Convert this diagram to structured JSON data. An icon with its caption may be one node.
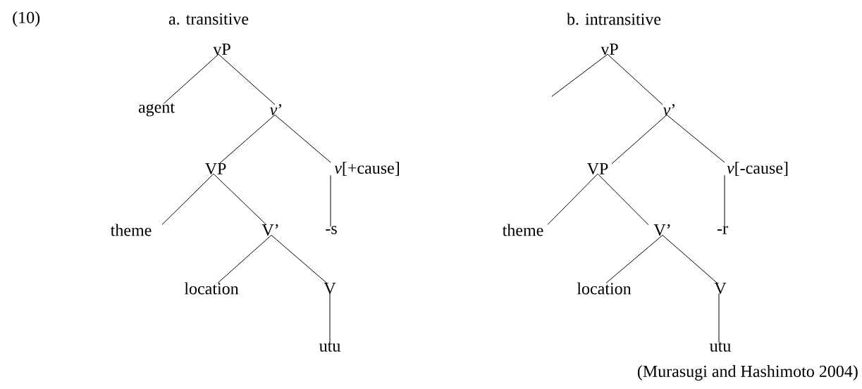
{
  "diagram": {
    "caption": "(Murasugi and Hashimoto 2004)",
    "nodes": [
      {
        "text": [
          "vP"
        ]
      },
      {
        "text": [
          "agent"
        ]
      },
      {
        "text": [
          "*v*’"
        ]
      },
      {
        "text": [
          "VP"
        ]
      },
      {
        "text": [
          "*v*[+cause]"
        ]
      },
      {
        "text": [
          "theme"
        ]
      },
      {
        "text": [
          "V’"
        ]
      },
      {
        "text": [
          "-s"
        ]
      },
      {
        "text": [
          "location"
        ]
      },
      {
        "text": [
          "V"
        ]
      },
      {
        "text": [
          "utu"
        ]
      },
      {
        "text": [
          "vP"
        ]
      },
      {
        "text": [
          "*v*’"
        ]
      },
      {
        "text": [
          "VP"
        ]
      },
      {
        "text": [
          "*v*[-cause]"
        ]
      },
      {
        "text": [
          "theme"
        ]
      },
      {
        "text": [
          "V’"
        ]
      },
      {
        "text": [
          "-r"
        ]
      },
      {
        "text": [
          "location"
        ]
      },
      {
        "text": [
          "V"
        ]
      },
      {
        "text": [
          "utu"
        ]
      }
    ],
    "edges": [
      {
        "from": 0,
        "to": 1,
        "arrow": "none"
      },
      {
        "from": 0,
        "to": 2,
        "arrow": "none"
      },
      {
        "from": 2,
        "to": 3,
        "arrow": "none"
      },
      {
        "from": 2,
        "to": 4,
        "arrow": "none"
      },
      {
        "from": 3,
        "to": 5,
        "arrow": "none"
      },
      {
        "from": 3,
        "to": 6,
        "arrow": "none"
      },
      {
        "from": 4,
        "to": 7,
        "arrow": "none"
      },
      {
        "from": 6,
        "to": 8,
        "arrow": "none"
      },
      {
        "from": 6,
        "to": 9,
        "arrow": "none"
      },
      {
        "from": 9,
        "to": 10,
        "arrow": "none"
      },
      {
        "from": 11,
        "to": null,
        "arrow": "none"
      },
      {
        "from": 11,
        "to": 12,
        "arrow": "none"
      },
      {
        "from": 12,
        "to": 13,
        "arrow": "none"
      },
      {
        "from": 12,
        "to": 14,
        "arrow": "none"
      },
      {
        "from": 13,
        "to": 15,
        "arrow": "none"
      },
      {
        "from": 13,
        "to": 16,
        "arrow": "none"
      },
      {
        "from": 14,
        "to": 17,
        "arrow": "none"
      },
      {
        "from": 16,
        "to": 18,
        "arrow": "none"
      },
      {
        "from": 16,
        "to": 19,
        "arrow": "none"
      },
      {
        "from": 19,
        "to": 20,
        "arrow": "none"
      }
    ],
    "labels": [
      "(10)",
      "a. transitive",
      "b. intransitive"
    ]
  }
}
